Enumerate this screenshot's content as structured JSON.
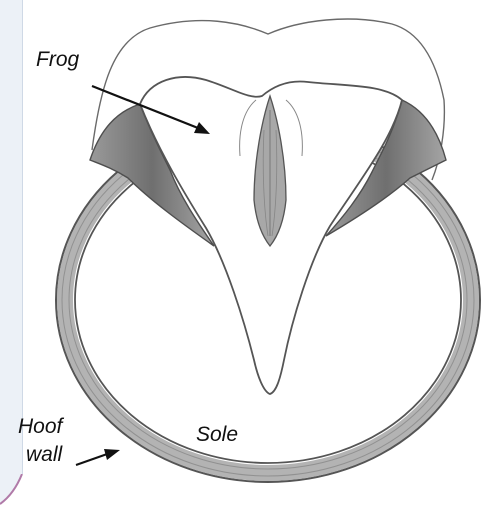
{
  "figure": {
    "labels": {
      "frog": "Frog",
      "sole": "Sole",
      "hoof": "Hoof",
      "wall": "wall"
    },
    "colors": {
      "panel_background": "#ecf1f7",
      "panel_accent": "#b07aa8",
      "outline": "#555555",
      "wall_shading": "#8a8a8a",
      "arrow": "#111111"
    }
  }
}
